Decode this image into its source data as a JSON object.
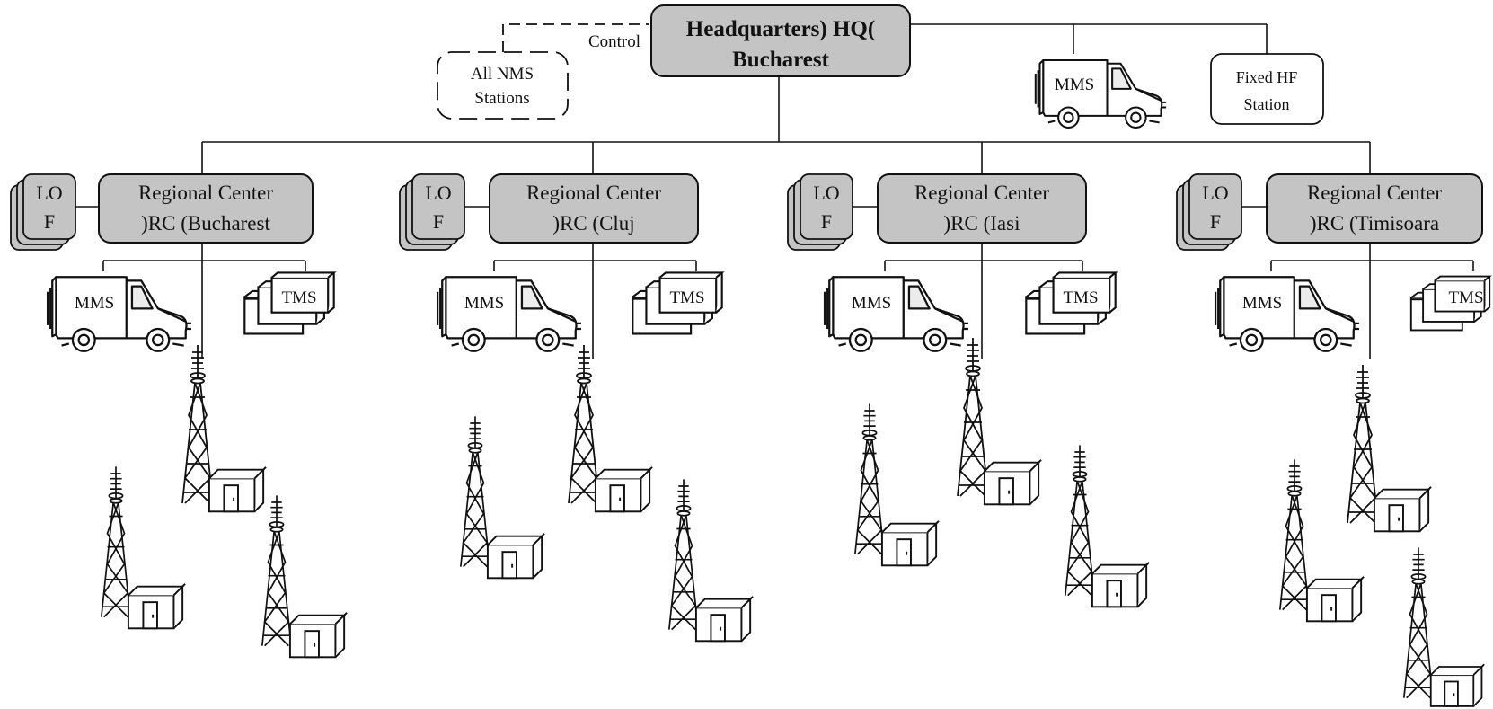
{
  "headquarters": {
    "line1": "Headquarters) HQ(",
    "line2": "Bucharest"
  },
  "control_label": "Control",
  "nms_group": {
    "line1": "All NMS",
    "line2": "Stations"
  },
  "hq_mms_label": "MMS",
  "fixed_hf": {
    "line1": "Fixed HF",
    "line2": "Station"
  },
  "regions": [
    {
      "line1": "Regional Center",
      "line2": ")RC (Bucharest",
      "lof_line1": "LO",
      "lof_line2": "F",
      "mms": "MMS",
      "tms": "TMS"
    },
    {
      "line1": "Regional Center",
      "line2": ")RC (Cluj",
      "lof_line1": "LO",
      "lof_line2": "F",
      "mms": "MMS",
      "tms": "TMS"
    },
    {
      "line1": "Regional Center",
      "line2": ")RC (Iasi",
      "lof_line1": "LO",
      "lof_line2": "F",
      "mms": "MMS",
      "tms": "TMS"
    },
    {
      "line1": "Regional Center",
      "line2": ")RC (Timisoara",
      "lof_line1": "LO",
      "lof_line2": "F",
      "mms": "MMS",
      "tms": "TMS"
    }
  ],
  "colors": {
    "box_fill": "#c4c4c4",
    "stroke": "#111111",
    "background": "#ffffff"
  },
  "icons": {
    "van": "van-icon",
    "tms": "tms-stack-icon",
    "tower": "antenna-tower-icon",
    "shelter": "equipment-shelter-icon"
  }
}
